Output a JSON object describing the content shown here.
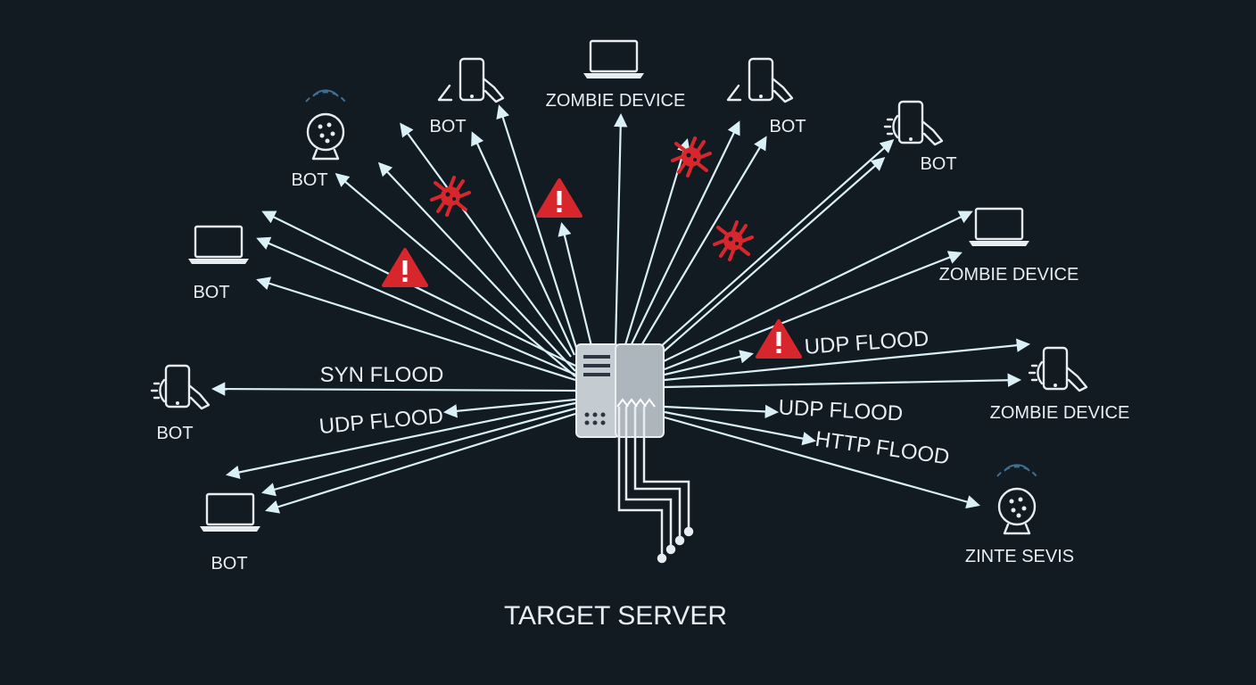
{
  "title": "TARGET SERVER",
  "nodes": [
    {
      "label": "BOT",
      "icon": "globe-bot-icon"
    },
    {
      "label": "BOT",
      "icon": "phone-hand-icon"
    },
    {
      "label": "ZOMBIE DEVICE",
      "icon": "laptop-icon"
    },
    {
      "label": "BOT",
      "icon": "phone-hand-icon"
    },
    {
      "label": "BOT",
      "icon": "phone-gear-icon"
    },
    {
      "label": "BOT",
      "icon": "laptop-icon"
    },
    {
      "label": "ZOMBIE DEVICE",
      "icon": "laptop-icon"
    },
    {
      "label": "BOT",
      "icon": "phone-gear-icon"
    },
    {
      "label": "ZOMBIE DEVICE",
      "icon": "phone-gear-icon"
    },
    {
      "label": "BOT",
      "icon": "laptop-icon"
    },
    {
      "label": "ZINTE SEVIS",
      "icon": "globe-bot-icon"
    }
  ],
  "flood_labels": [
    "SYN FLOOD",
    "UDP FLOOD",
    "UDP FLOOD",
    "UDP FLOOD",
    "HTTP FLOOD"
  ],
  "markers": {
    "warnings": 3,
    "viruses": 3
  },
  "colors": {
    "background": "#121a22",
    "line": "#d9f0f6",
    "warning": "#d8262d",
    "virus": "#d8262d",
    "server": "#c9cfd4"
  }
}
